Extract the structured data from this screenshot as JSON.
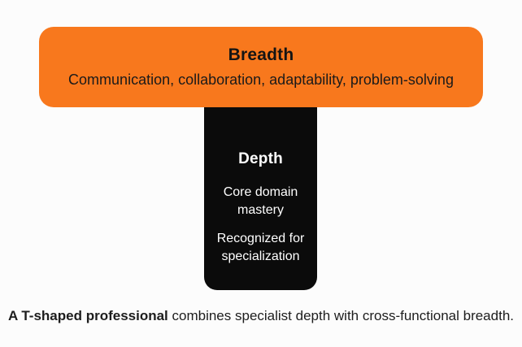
{
  "background_color": "#fcfcfc",
  "diagram": {
    "breadth": {
      "title": "Breadth",
      "subtitle": "Communication, collaboration, adaptability, problem-solving",
      "color": "#f8781d",
      "text_color": "#141414"
    },
    "depth": {
      "title": "Depth",
      "lines": [
        "Core domain mastery",
        "Recognized for specialization"
      ],
      "color": "#0b0b0b",
      "text_color": "#ffffff"
    }
  },
  "caption": {
    "lead": "A T-shaped professional",
    "rest": " combines specialist depth with cross-functional breadth."
  }
}
